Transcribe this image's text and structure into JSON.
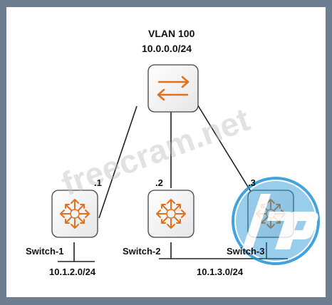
{
  "vlan": {
    "name": "VLAN 100",
    "subnet": "10.0.0.0/24"
  },
  "links": [
    {
      "ip_suffix": ".1"
    },
    {
      "ip_suffix": ".2"
    },
    {
      "ip_suffix": ".3"
    }
  ],
  "switches": [
    {
      "label": "Switch-1"
    },
    {
      "label": "Switch-2"
    },
    {
      "label": "Switch-3"
    }
  ],
  "subnets": {
    "switch1": "10.1.2.0/24",
    "shared": "10.1.3.0/24"
  },
  "watermark": {
    "text": "freecram.net"
  },
  "logo": {
    "text": "hp",
    "color": "#1b8fd6"
  },
  "icons": {
    "vlan": "layer2-switch-icon",
    "router": "router-switch-icon"
  },
  "colors": {
    "router_arrow": "#e2711d",
    "icon_border": "#444444",
    "line": "#222222"
  }
}
